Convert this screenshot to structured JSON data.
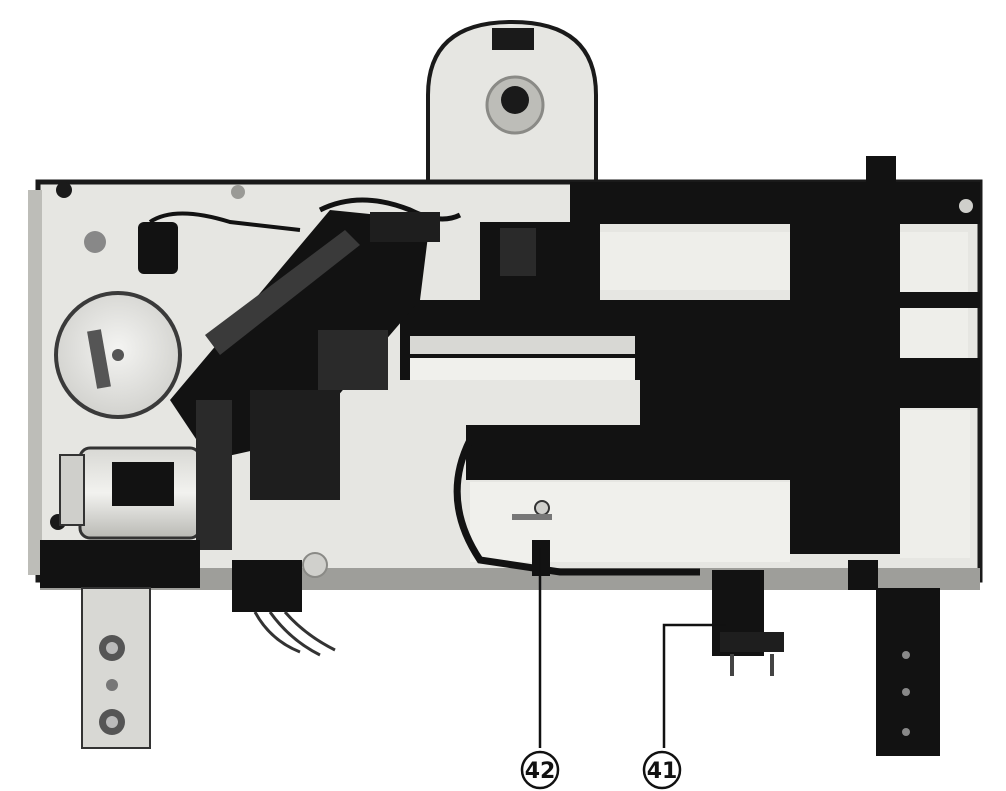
{
  "figure": {
    "callouts": [
      {
        "id": "callout-42",
        "label": "42"
      },
      {
        "id": "callout-41",
        "label": "41"
      }
    ]
  },
  "colors": {
    "background": "#ffffff",
    "chassis": "#e6e6e2",
    "dark_parts": "#121212",
    "outline": "#1a1a1a"
  }
}
